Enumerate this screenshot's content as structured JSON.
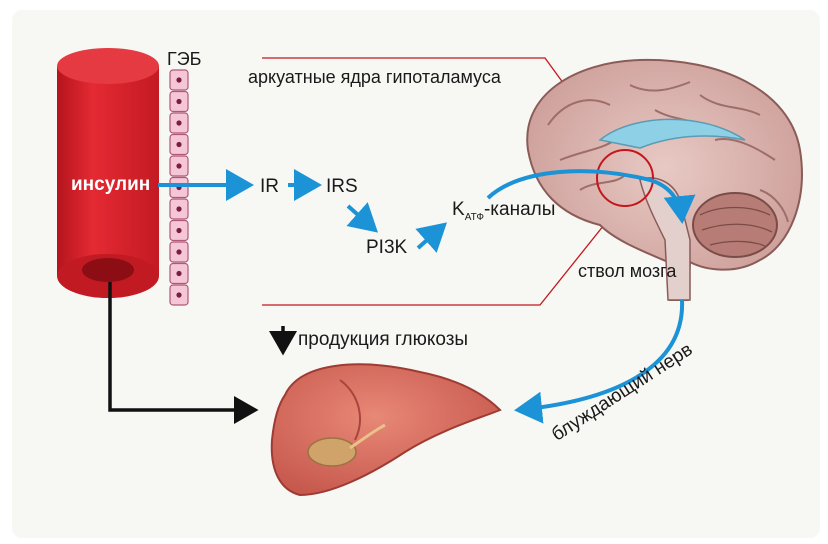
{
  "labels": {
    "bbb": "ГЭБ",
    "insulin": "инсулин",
    "arcuate": "аркуатные ядра гипоталамуса",
    "ir": "IR",
    "irs": "IRS",
    "pi3k": "PI3K",
    "katp_k": "K",
    "katp_sub": "АТФ",
    "katp_rest": "-каналы",
    "brainstem": "ствол мозга",
    "glucose": "продукция глюкозы",
    "vagus": "блуждающий нерв"
  },
  "colors": {
    "vessel": "#e0242e",
    "vessel_dark": "#a3101a",
    "pathway_arrow": "#1b93d6",
    "outline_red": "#c4161c",
    "liver": "#d8675a",
    "bbb_cells": "#f4c6d6"
  },
  "icons": {
    "glucose_arrow": "arrow-down-icon"
  }
}
